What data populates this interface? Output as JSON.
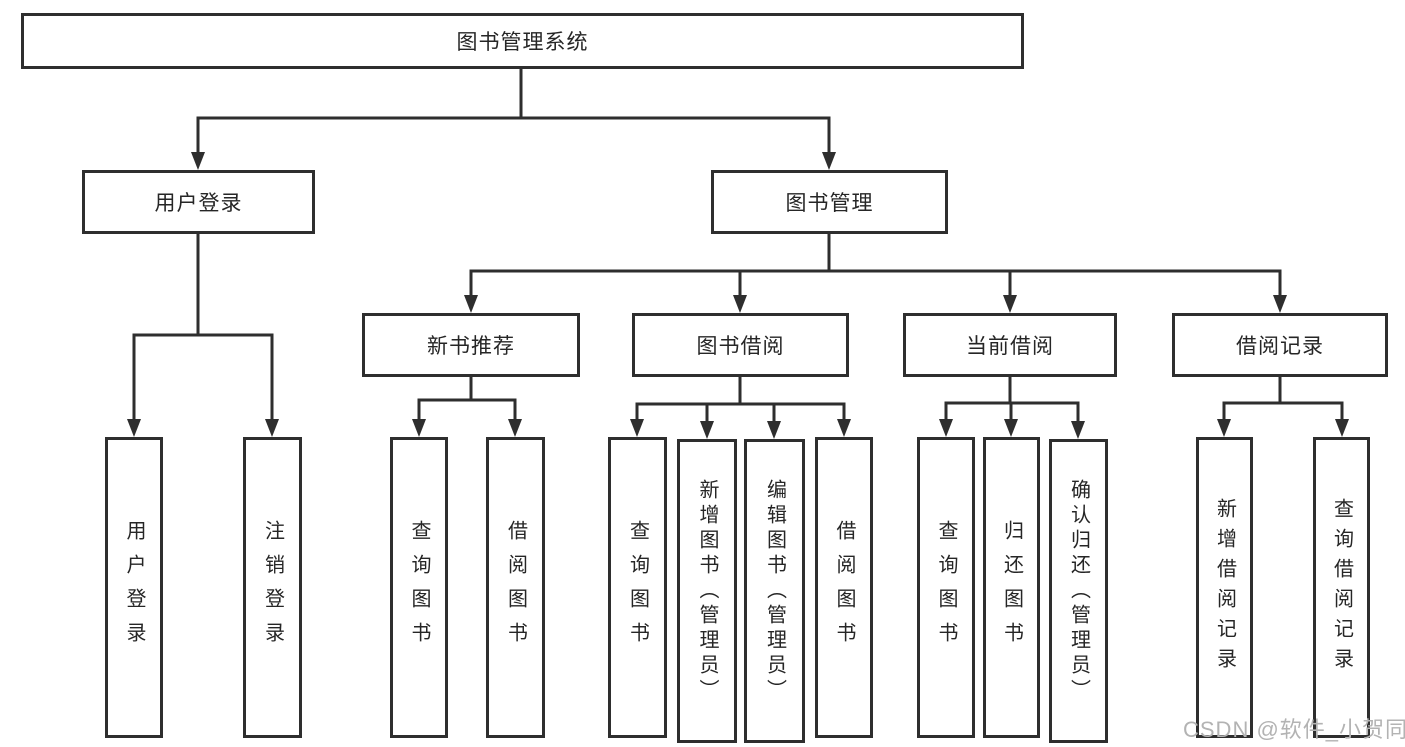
{
  "nodes": {
    "root": "图书管理系统",
    "l2_user_login": "用户登录",
    "l2_book_mgmt": "图书管理",
    "l3_new_book": "新书推荐",
    "l3_borrow": "图书借阅",
    "l3_current": "当前借阅",
    "l3_records": "借阅记录",
    "leaf_login": "用户登录",
    "leaf_logout": "注销登录",
    "leaf_nb_query": "查询图书",
    "leaf_nb_borrow": "借阅图书",
    "leaf_bb_query": "查询图书",
    "leaf_bb_add": "新增图书（管理员）",
    "leaf_bb_edit": "编辑图书（管理员）",
    "leaf_bb_borrow": "借阅图书",
    "leaf_cb_query": "查询图书",
    "leaf_cb_return": "归还图书",
    "leaf_cb_confirm": "确认归还（管理员）",
    "leaf_br_add": "新增借阅记录",
    "leaf_br_query": "查询借阅记录"
  },
  "watermark": "CSDN @软件_小贺同学",
  "colors": {
    "line": "#2e2e2e",
    "box_background": "#ffffff",
    "text": "#262626",
    "watermark": "#b3b3b3"
  }
}
